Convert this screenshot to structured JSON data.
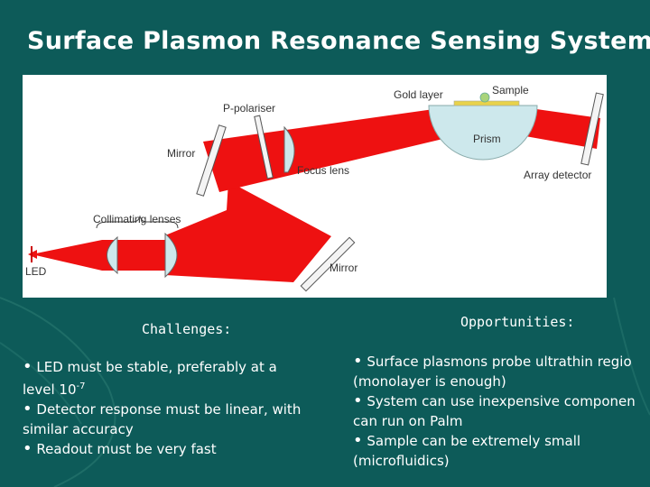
{
  "title": "Surface Plasmon Resonance Sensing System",
  "diagram": {
    "labels": {
      "gold_layer": "Gold layer",
      "sample": "Sample",
      "p_polariser": "P-polariser",
      "prism": "Prism",
      "mirror_top": "Mirror",
      "focus_lens": "Focus lens",
      "array_detector": "Array detector",
      "collimating_lenses": "Collimating lenses",
      "led": "LED",
      "mirror_bottom": "Mirror"
    },
    "colors": {
      "beam": "#ee1111",
      "optics": "#cde8ec",
      "gold": "#e8d24a",
      "sample": "#a9d47a"
    }
  },
  "challenges": {
    "heading": "Challenges:",
    "items": [
      {
        "lines": [
          "LED must be stable, preferably  at a",
          "level 10",
          "-7"
        ]
      },
      {
        "lines": [
          "Detector response must be linear, with",
          "similar accuracy"
        ]
      },
      {
        "lines": [
          "Readout must be very fast"
        ]
      }
    ]
  },
  "opportunities": {
    "heading": "Opportunities:",
    "items": [
      {
        "lines": [
          "Surface plasmons probe ultrathin regio",
          "(monolayer is enough)"
        ]
      },
      {
        "lines": [
          "System can use inexpensive componen",
          "can run on Palm"
        ]
      },
      {
        "lines": [
          "Sample can be extremely small",
          "(microfluidics)"
        ]
      }
    ]
  }
}
